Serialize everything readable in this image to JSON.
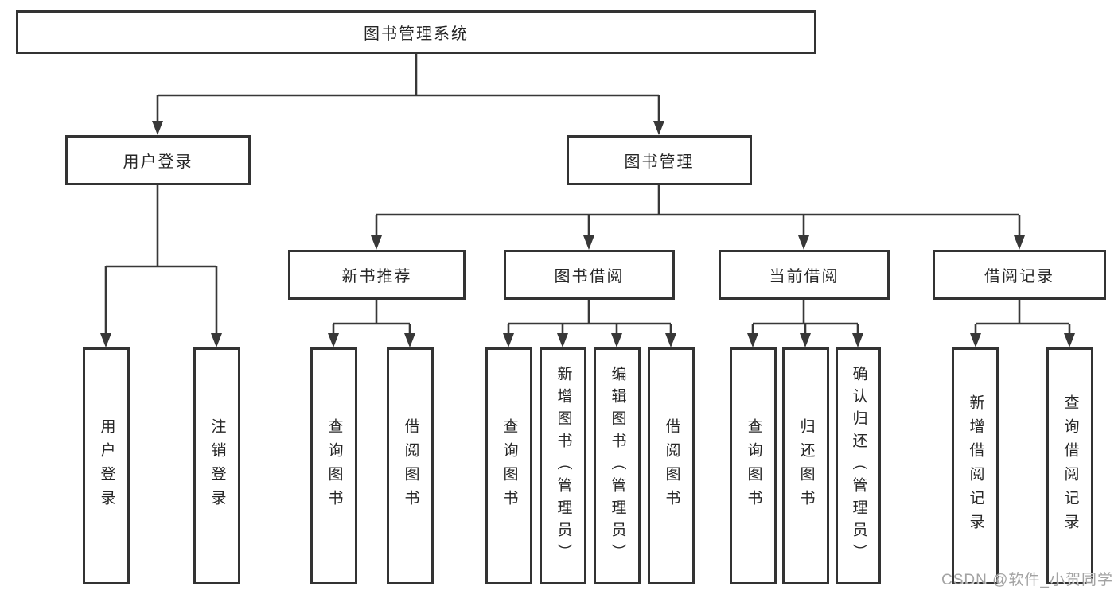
{
  "diagram": {
    "root": {
      "label": "图书管理系统"
    },
    "level2": [
      {
        "label": "用户登录"
      },
      {
        "label": "图书管理"
      }
    ],
    "level3": [
      {
        "label": "新书推荐"
      },
      {
        "label": "图书借阅"
      },
      {
        "label": "当前借阅"
      },
      {
        "label": "借阅记录"
      }
    ],
    "leaves": {
      "user": [
        "用户登录",
        "注销登录"
      ],
      "recommend": [
        "查询图书",
        "借阅图书"
      ],
      "borrow": [
        "查询图书",
        "新增图书（管理员）",
        "编辑图书（管理员）",
        "借阅图书"
      ],
      "current": [
        "查询图书",
        "归还图书",
        "确认归还（管理员）"
      ],
      "records": [
        "新增借阅记录",
        "查询借阅记录"
      ]
    }
  },
  "watermark": "CSDN @软件_小贺同学",
  "colors": {
    "line": "#383838",
    "box_border": "#333333",
    "text": "#262626",
    "background": "#ffffff",
    "watermark": "#9e9e9e"
  }
}
